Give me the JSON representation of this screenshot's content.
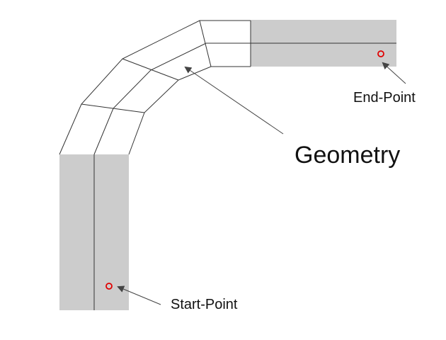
{
  "labels": {
    "geometry": "Geometry",
    "end_point": "End-Point",
    "start_point": "Start-Point"
  },
  "colors": {
    "background": "#ffffff",
    "pipe_fill": "#cccccc",
    "line": "#333333",
    "marker": "#e00000",
    "arrow": "#444444"
  }
}
